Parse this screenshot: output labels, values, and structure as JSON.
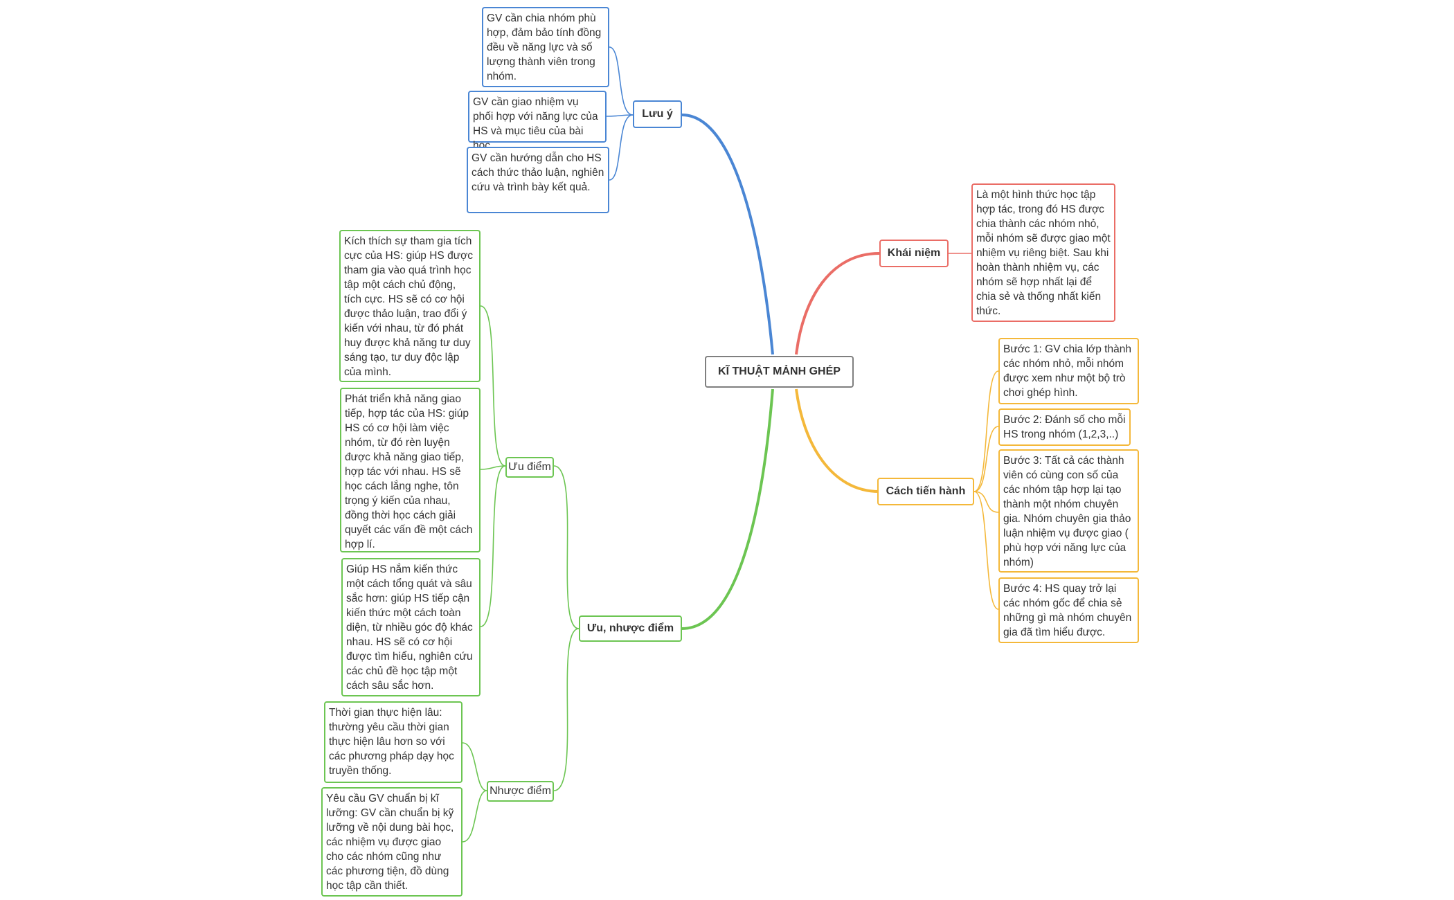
{
  "central": "KĨ THUẬT MẢNH GHÉP",
  "colors": {
    "concept": "#ea6d66",
    "notes": "#4a86d4",
    "steps": "#f4b83a",
    "proscons": "#6cc552",
    "central": "#7f7f7f"
  },
  "concept": {
    "label": "Khái niệm",
    "items": [
      "Là một hình thức học tập hợp tác, trong đó HS được chia thành các nhóm nhỏ, mỗi nhóm sẽ được giao một nhiệm vụ riêng biệt. Sau khi hoàn thành nhiệm vụ, các nhóm sẽ hợp nhất lại để chia sẻ và thống nhất kiến thức."
    ]
  },
  "steps": {
    "label": "Cách tiến hành",
    "items": [
      "Bước 1: GV chia lớp thành các nhóm nhỏ, mỗi nhóm được xem như một bộ trò chơi ghép hình.",
      "Bước 2: Đánh số cho mỗi HS trong nhóm (1,2,3,..)",
      "Bước 3: Tất cả các thành viên có cùng con số của các nhóm tập hợp lại tạo thành một nhóm chuyên gia. Nhóm chuyên gia thảo luận nhiệm vụ được giao ( phù hợp với năng lực của nhóm)",
      "Bước 4: HS quay trở lại các nhóm gốc để chia sẻ những gì mà nhóm chuyên gia đã tìm hiểu được."
    ]
  },
  "notes": {
    "label": "Lưu ý",
    "items": [
      "GV cần chia nhóm phù hợp, đảm bảo tính đồng đều về năng lực và số lượng thành viên trong nhóm.",
      "GV cần giao nhiệm vụ phối hợp với năng lực của HS và mục tiêu của bài học.",
      "GV cần hướng dẫn cho HS cách thức thảo luận, nghiên cứu và trình bày kết quả."
    ]
  },
  "proscons": {
    "label": "Ưu, nhược điểm",
    "advantages": {
      "label": "Ưu điểm",
      "items": [
        "Kích thích sự tham gia tích cực của HS: giúp HS được tham gia vào quá trình học tập một cách chủ động, tích cực. HS sẽ có cơ hội được thảo luận, trao đổi ý kiến với nhau, từ đó phát huy được khả năng tư duy sáng tạo, tư duy độc lập của mình.",
        "Phát triển khả năng giao tiếp, hợp tác của HS: giúp HS có cơ hội làm việc nhóm, từ đó rèn luyện được khả năng giao tiếp, hợp tác với nhau. HS sẽ học cách lắng nghe, tôn trọng ý kiến của nhau, đồng thời học cách giải quyết các vấn đề một cách hợp lí.",
        "Giúp HS nắm kiến thức một cách tổng quát và sâu sắc hơn: giúp HS tiếp cận kiến thức một cách toàn diện, từ nhiều góc độ khác nhau. HS sẽ có cơ hội được tìm hiểu, nghiên cứu các chủ đề học tập một cách sâu sắc hơn."
      ]
    },
    "disadvantages": {
      "label": "Nhược điểm",
      "items": [
        "Thời gian thực hiện lâu: thường yêu cầu thời gian thực hiện lâu hơn so với các phương pháp dạy học truyền thống.",
        "Yêu cầu GV chuẩn bị kĩ lưỡng: GV cần chuẩn bị kỹ lưỡng về nội dung bài học, các nhiệm vụ được giao cho các nhóm cũng như các phương tiện, đồ dùng học tập cần thiết."
      ]
    }
  }
}
